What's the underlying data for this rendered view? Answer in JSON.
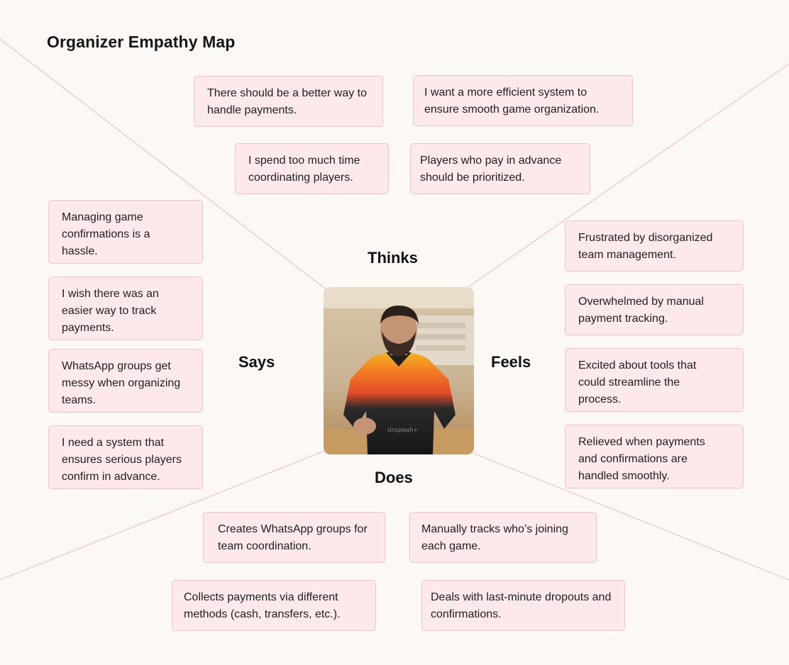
{
  "title": "Organizer Empathy Map",
  "colors": {
    "background": "#fcf8f6",
    "card_fill": "#fde8ec",
    "card_border": "#efc3cc",
    "divider": "#f1c2c9"
  },
  "quadrants": {
    "thinks": {
      "label": "Thinks",
      "items": [
        "There should be a better way to handle payments.",
        "I want a more efficient system to ensure smooth game organization.",
        "I spend too much time coordinating players.",
        "Players who pay in advance should be prioritized."
      ]
    },
    "says": {
      "label": "Says",
      "items": [
        "Managing game confirmations is a hassle.",
        "I wish there was an easier way to track payments.",
        "WhatsApp groups get messy when organizing teams.",
        "I need a system that ensures serious players confirm in advance."
      ]
    },
    "feels": {
      "label": "Feels",
      "items": [
        "Frustrated by disorganized team management.",
        "Overwhelmed by manual payment tracking.",
        "Excited about tools that could streamline the process.",
        "Relieved when payments and confirmations are handled smoothly."
      ]
    },
    "does": {
      "label": "Does",
      "items": [
        "Creates WhatsApp groups for team coordination.",
        "Manually tracks who’s joining each game.",
        "Collects payments via different methods (cash, transfers, etc.).",
        "Deals with last-minute dropouts and confirmations."
      ]
    }
  },
  "center_image": {
    "description": "organizer-photo",
    "watermark": "Unsplash+"
  }
}
